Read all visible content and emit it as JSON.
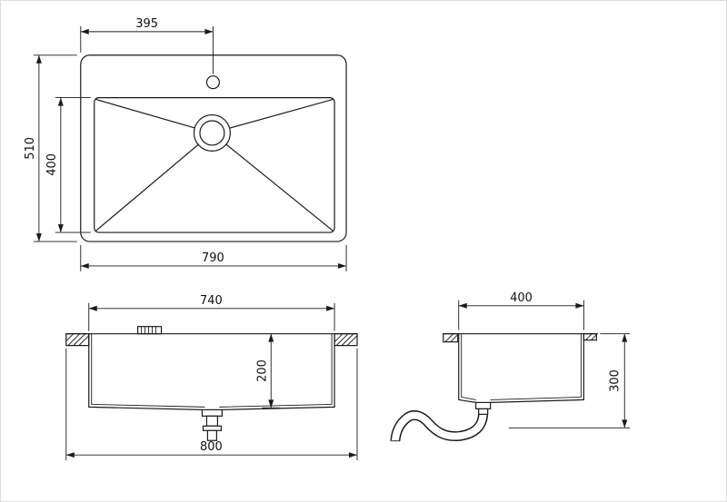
{
  "drawing": {
    "line_color": "#1a1a1a",
    "background": "#ffffff",
    "top_view": {
      "faucet_center_offset": "395",
      "overall_depth": "510",
      "bowl_inner_depth": "400",
      "overall_width": "790"
    },
    "front_view": {
      "bowl_inner_width": "740",
      "bowl_depth": "200",
      "overall_width": "800"
    },
    "side_view": {
      "bowl_width": "400",
      "overall_height": "300"
    }
  }
}
